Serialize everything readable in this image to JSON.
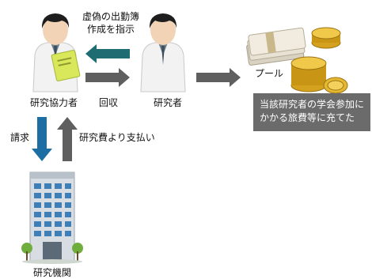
{
  "labels": {
    "instruction": "虚偽の出勤簿\n作成を指示",
    "collaborator": "研究協力者",
    "return": "回収",
    "researcher": "研究者",
    "pool": "プール",
    "request": "請求",
    "payment": "研究費より支払い",
    "institution": "研究機関"
  },
  "note": "当該研究者の学会参加に\nかかる旅費等に充てた",
  "colors": {
    "teal_arrow": "#1f6d73",
    "gray_arrow": "#5f5f5f",
    "blue_arrow": "#1c6ea3",
    "note_bg": "#6b6b6b"
  },
  "icons": [
    "collaborator-person-icon",
    "researcher-person-icon",
    "money-pool-icon",
    "building-icon"
  ]
}
